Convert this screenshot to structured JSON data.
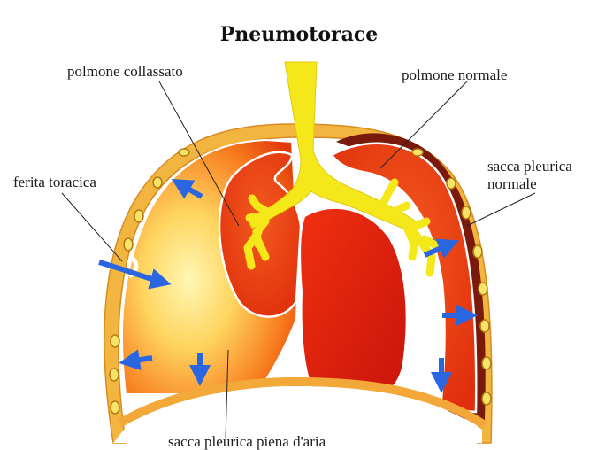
{
  "title": "Pneumotorace",
  "labels": {
    "collapsed_lung": "polmone collassato",
    "normal_lung": "polmone normale",
    "chest_wound": "ferita toracica",
    "normal_pleural_sac_line1": "sacca pleurica",
    "normal_pleural_sac_line2": "normale",
    "air_filled_pleural_sac": "sacca pleurica piena d'aria"
  },
  "colors": {
    "outer_wall": "#f2b640",
    "pleura_air_center": "#fff3a0",
    "pleura_air_edge": "#f04a10",
    "lung_red": "#e83a12",
    "lung_dark": "#c81e08",
    "heart": "#e0180c",
    "trachea": "#f5e81a",
    "arrow": "#2a66e0",
    "diaphragm": "#f3a93a"
  },
  "icons": {
    "air_flow_arrow": "arrow-icon",
    "rib": "rib-icon"
  }
}
